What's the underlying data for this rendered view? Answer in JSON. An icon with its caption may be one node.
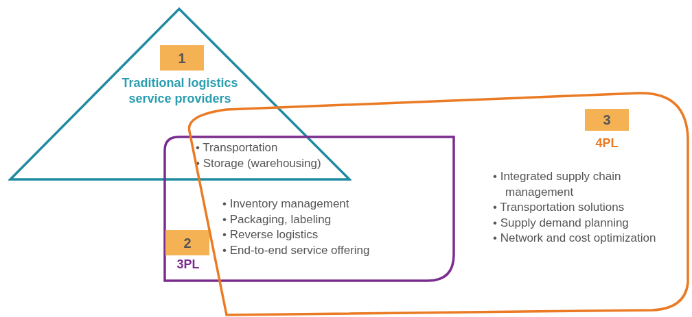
{
  "diagram": {
    "nodes": [
      {
        "text": [
          "Traditional logistics service providers"
        ]
      },
      {
        "text": [
          "1"
        ],
        "in": 0
      },
      {
        "text": [
          "• Transportation",
          "• Storage (warehousing)"
        ]
      },
      {
        "text": [
          "3PL",
          "• Inventory management",
          "• Packaging, labeling",
          "• Reverse logistics",
          "• End-to-end service offering"
        ]
      },
      {
        "text": [
          "2"
        ],
        "in": 3
      },
      {
        "text": [
          "4PL",
          "• Integrated supply chain management",
          "• Transportation solutions",
          "• Supply demand planning",
          "• Network and cost optimization"
        ]
      },
      {
        "text": [
          "3"
        ],
        "in": 5
      }
    ]
  }
}
